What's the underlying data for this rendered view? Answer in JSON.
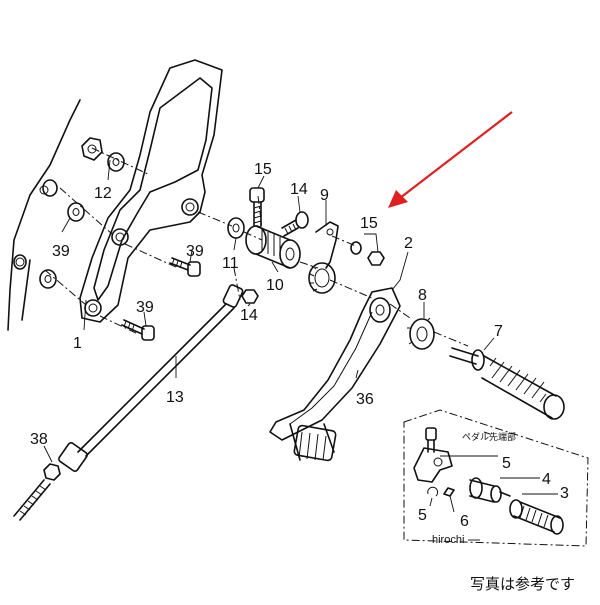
{
  "labels": {
    "p1": "1",
    "p2": "2",
    "p3": "3",
    "p4": "4",
    "p5a": "5",
    "p5b": "5",
    "p6": "6",
    "p7": "7",
    "p8": "8",
    "p9": "9",
    "p10": "10",
    "p11": "11",
    "p12": "12",
    "p13": "13",
    "p14a": "14",
    "p14b": "14",
    "p15a": "15",
    "p15b": "15",
    "p36": "36",
    "p38": "38",
    "p39a": "39",
    "p39b": "39",
    "p39c": "39"
  },
  "inset_label": "ペダル先端部",
  "watermark": "hirochi",
  "caption": "写真は参考です",
  "colors": {
    "arrow": "#e02020",
    "line": "#111111"
  }
}
